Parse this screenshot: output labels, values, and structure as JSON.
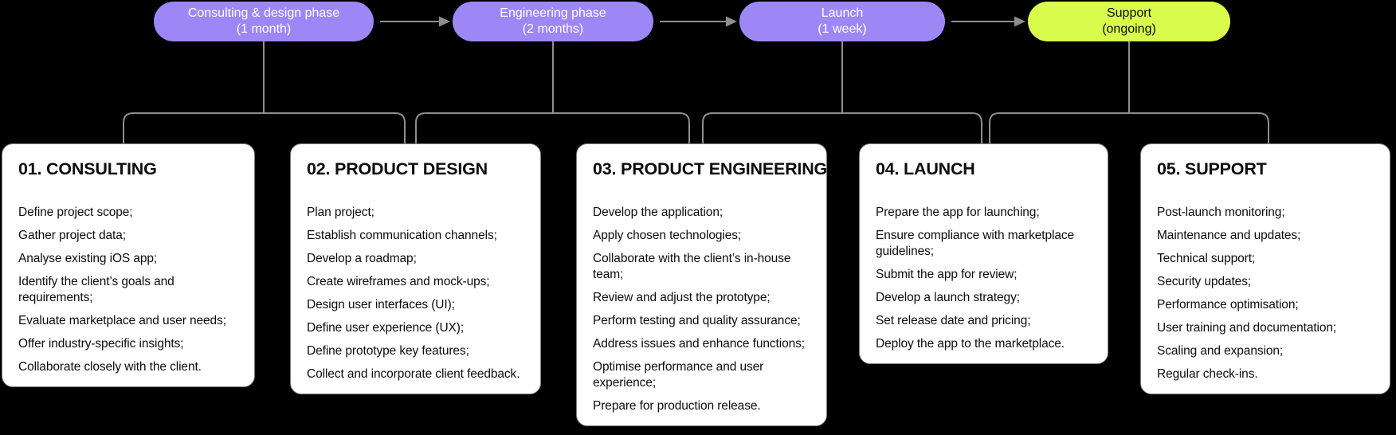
{
  "colors": {
    "background": "#000000",
    "phase_purple": "#9d87f6",
    "phase_lime": "#d9fb4b",
    "connector_gray": "#8e8e8e",
    "card_border_gray": "#7e7e7e",
    "card_background": "#ffffff",
    "card_text": "#0d0d0d"
  },
  "phases": [
    {
      "label": "Consulting & design phase",
      "duration": "(1 month)",
      "bg": "#9d87f6",
      "fg": "#ffffff"
    },
    {
      "label": "Engineering phase",
      "duration": "(2 months)",
      "bg": "#9d87f6",
      "fg": "#ffffff"
    },
    {
      "label": "Launch",
      "duration": "(1 week)",
      "bg": "#9d87f6",
      "fg": "#ffffff"
    },
    {
      "label": "Support",
      "duration": "(ongoing)",
      "bg": "#d9fb4b",
      "fg": "#0a0a0a"
    }
  ],
  "cards": [
    {
      "title": "01. CONSULTING",
      "items": [
        "Define project scope;",
        "Gather project data;",
        "Analyse existing iOS app;",
        "Identify the client’s goals and requirements;",
        "Evaluate marketplace and user needs;",
        "Offer industry-specific insights;",
        "Collaborate closely with the client."
      ]
    },
    {
      "title": "02. PRODUCT DESIGN",
      "items": [
        "Plan project;",
        "Establish communication channels;",
        "Develop a roadmap;",
        "Create wireframes and mock-ups;",
        "Design user interfaces (UI);",
        "Define user experience (UX);",
        "Define prototype key features;",
        "Collect and incorporate client feedback."
      ]
    },
    {
      "title": "03. PRODUCT ENGINEERING",
      "items": [
        "Develop the application;",
        "Apply chosen technologies;",
        "Collaborate with the client’s in-house team;",
        "Review and adjust the prototype;",
        "Perform testing and quality assurance;",
        "Address issues and enhance functions;",
        "Optimise performance and user experience;",
        "Prepare for production release."
      ]
    },
    {
      "title": "04. LAUNCH",
      "items": [
        "Prepare the app for launching;",
        "Ensure compliance with marketplace guidelines;",
        "Submit the app for review;",
        "Develop a launch strategy;",
        "Set release date and pricing;",
        "Deploy the app to the marketplace."
      ]
    },
    {
      "title": "05. SUPPORT",
      "items": [
        "Post-launch monitoring;",
        "Maintenance and updates;",
        "Technical support;",
        "Security updates;",
        "Performance optimisation;",
        "User training and documentation;",
        "Scaling and expansion;",
        "Regular check-ins."
      ]
    }
  ]
}
